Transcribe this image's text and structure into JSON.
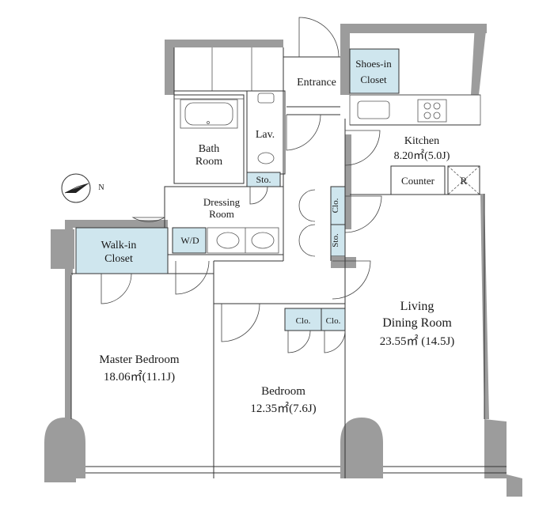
{
  "rooms": {
    "entrance": "Entrance",
    "shoes_in_line1": "Shoes-in",
    "shoes_in_line2": "Closet",
    "lav": "Lav.",
    "bath_line1": "Bath",
    "bath_line2": "Room",
    "kitchen": "Kitchen",
    "kitchen_area": "8.20㎡(5.0J)",
    "counter": "Counter",
    "refrigerator": "R",
    "sto_bath": "Sto.",
    "dressing_line1": "Dressing",
    "dressing_line2": "Room",
    "clo_hall": "Clo.",
    "sto_hall": "Sto.",
    "walkin_line1": "Walk-in",
    "walkin_line2": "Closet",
    "wd": "W/D",
    "living_line1": "Living",
    "living_line2": "Dining Room",
    "living_area": "23.55㎡ (14.5J)",
    "clo_bed1": "Clo.",
    "clo_bed2": "Clo.",
    "master_name": "Master Bedroom",
    "master_area": "18.06㎡(11.1J)",
    "bedroom_name": "Bedroom",
    "bedroom_area": "12.35㎡(7.6J)"
  },
  "compass": {
    "north_letter": "N"
  },
  "colors": {
    "wall": "#9c9c9c",
    "closet_fill": "#cfe6ee",
    "line": "#333333"
  }
}
